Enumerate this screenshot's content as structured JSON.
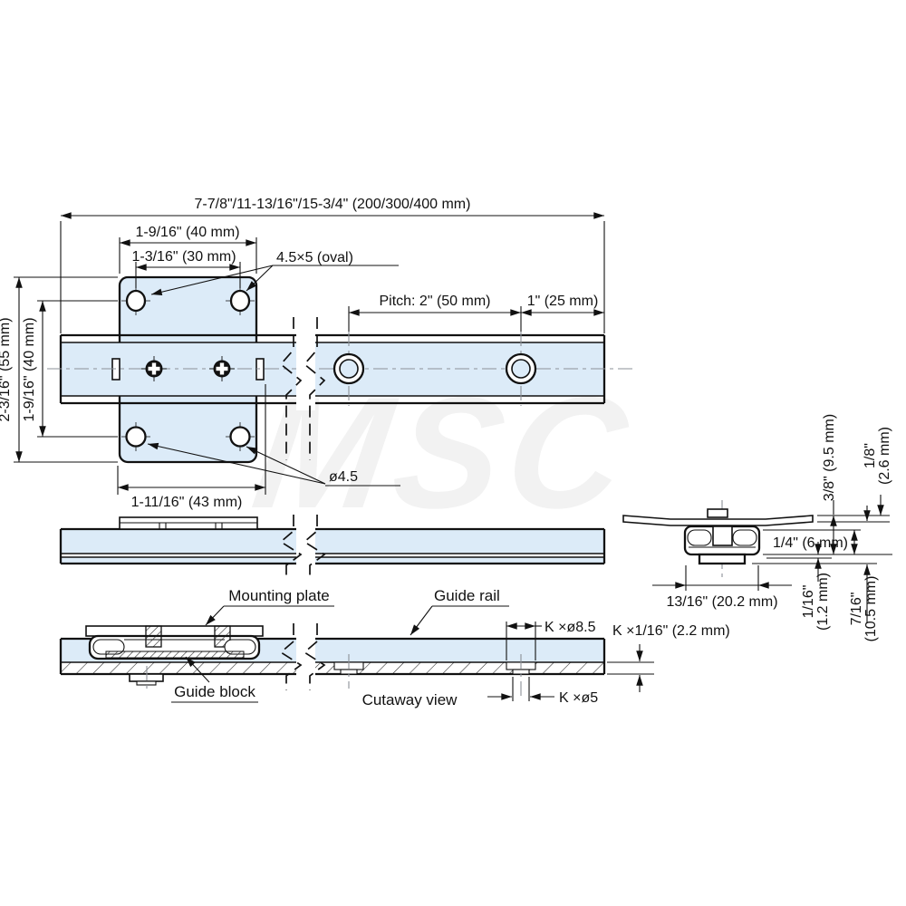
{
  "watermark": "MSC",
  "colors": {
    "part_fill": "#dcebf8",
    "line": "#111111",
    "centerline": "#8b9097",
    "watermark": "#f2f2f2"
  },
  "plan_view": {
    "dims": {
      "overall_length": "7-7/8\"/11-13/16\"/15-3/4\" (200/300/400 mm)",
      "plate_width": "1-9/16\" (40 mm)",
      "hole_pitch_horizontal": "1-3/16\" (30 mm)",
      "oval_hole_note": "4.5×5 (oval)",
      "rail_hole_pitch": "Pitch: 2\" (50 mm)",
      "end_hole_offset": "1\" (25 mm)",
      "plate_height": "2-3/16\" (55 mm)",
      "hole_pitch_vertical": "1-9/16\" (40 mm)",
      "block_width": "1-11/16\" (43 mm)",
      "hole_diameter": "ø4.5"
    }
  },
  "end_view": {
    "dims": {
      "height_above_rail": "3/8\" (9.5 mm)",
      "plate_thickness_line1": "1/8\"",
      "plate_thickness_line2": "(2.6 mm)",
      "block_inner_height": "1/4\" (6 mm)",
      "rail_lip_line1": "1/16\"",
      "rail_lip_line2": "(1.2 mm)",
      "total_height_line1": "7/16\"",
      "total_height_line2": "(10.5 mm)",
      "block_overall_width": "13/16\" (20.2 mm)"
    }
  },
  "cutaway_view": {
    "labels": {
      "mounting_plate": "Mounting plate",
      "guide_rail": "Guide rail",
      "guide_block": "Guide block",
      "caption": "Cutaway view",
      "counterbore": "K ×ø8.5",
      "depth": "K ×1/16\" (2.2 mm)",
      "through_hole": "K ×ø5"
    }
  }
}
